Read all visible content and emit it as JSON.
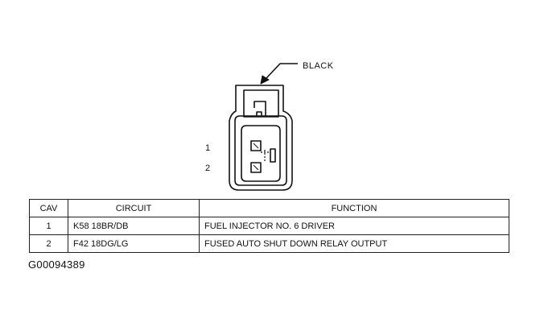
{
  "connector": {
    "color_label": "BLACK",
    "pin_labels": [
      "1",
      "2"
    ]
  },
  "table": {
    "headers": {
      "cav": "CAV",
      "circuit": "CIRCUIT",
      "function": "FUNCTION"
    },
    "rows": [
      {
        "cav": "1",
        "circuit": "K58 18BR/DB",
        "function": "FUEL INJECTOR NO. 6 DRIVER"
      },
      {
        "cav": "2",
        "circuit": "F42 18DG/LG",
        "function": "FUSED AUTO SHUT DOWN RELAY OUTPUT"
      }
    ]
  },
  "figure_id": "G00094389"
}
